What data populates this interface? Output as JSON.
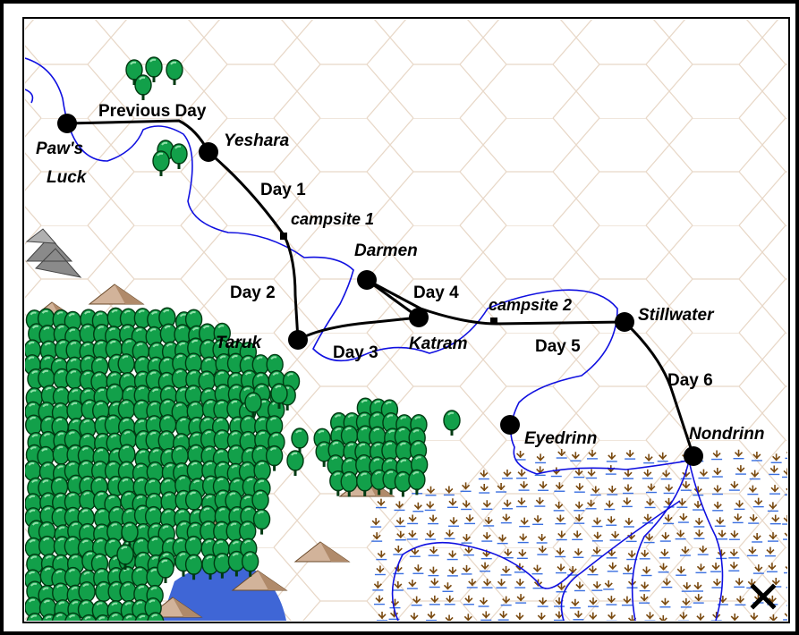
{
  "colors": {
    "route": "#000000",
    "river": "#1010e0",
    "forest": "#12a04a",
    "forest_outline": "#003a12",
    "hex_grid": "#e8d8c8",
    "marsh_water": "#3a6fe0",
    "marsh_plant": "#7a4a10",
    "lake": "#3f66d6",
    "mountain": "#d2b39a",
    "rock": "#8a8a8a"
  },
  "route_labels": {
    "previous_day": "Previous Day",
    "day1": "Day 1",
    "day2": "Day 2",
    "day3": "Day 3",
    "day4": "Day 4",
    "day5": "Day 5",
    "day6": "Day 6"
  },
  "campsites": {
    "campsite1": "campsite 1",
    "campsite2": "campsite 2"
  },
  "towns": {
    "paws_luck_line1": "Paw's",
    "paws_luck_line2": "Luck",
    "yeshara": "Yeshara",
    "darmen": "Darmen",
    "taruk": "Taruk",
    "katram": "Katram",
    "stillwater": "Stillwater",
    "eyedrinn": "Eyedrinn",
    "nondrinn": "Nondrinn"
  },
  "close_icon": "close-icon"
}
